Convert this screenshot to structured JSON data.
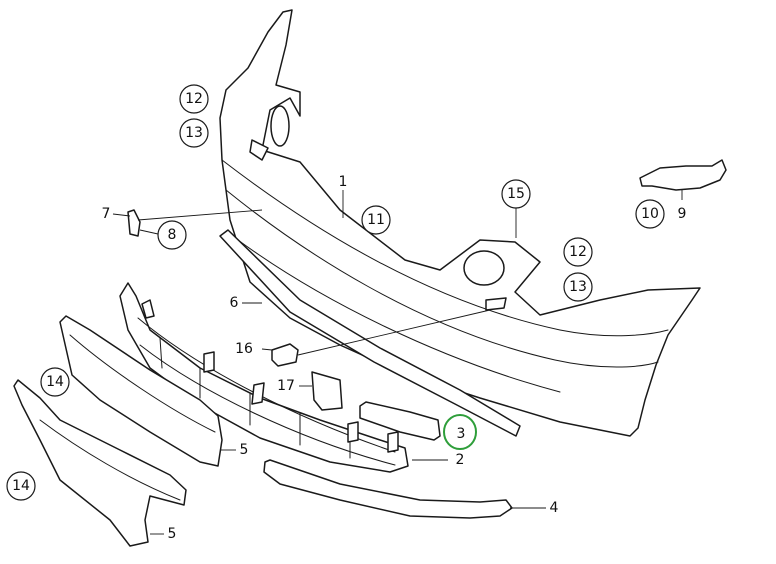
{
  "diagram": {
    "circled_callouts": [
      "12",
      "13",
      "8",
      "11",
      "15",
      "10",
      "12",
      "13",
      "14",
      "14"
    ],
    "plain_callouts": [
      "1",
      "7",
      "9",
      "6",
      "16",
      "17",
      "3",
      "2",
      "5",
      "5",
      "4"
    ],
    "highlight_color": "#2e9e3a",
    "line_color": "#1a1a1a"
  }
}
